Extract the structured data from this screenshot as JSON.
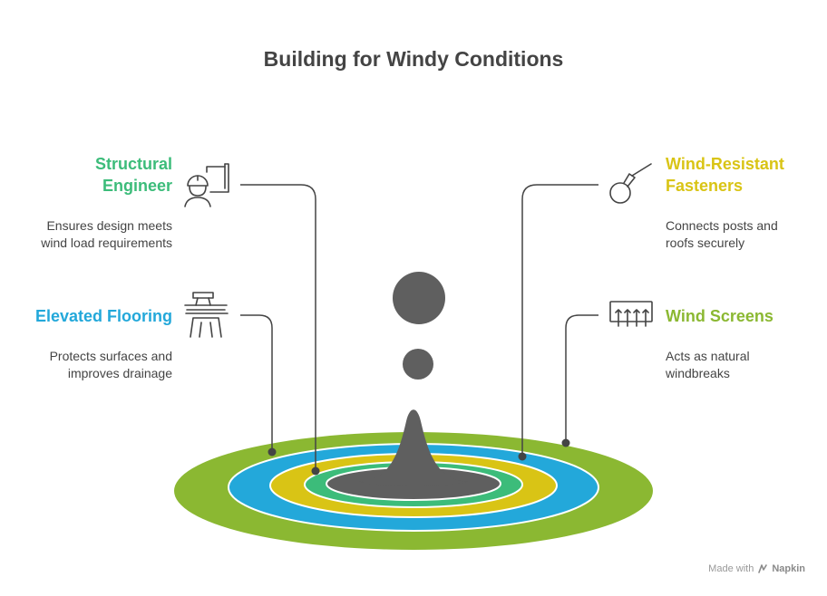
{
  "title": "Building for Windy Conditions",
  "colors": {
    "green": "#3cbc7a",
    "yellow": "#d9c415",
    "blue": "#23a8da",
    "olive": "#8bb832",
    "dark": "#5f5f5f"
  },
  "items": [
    {
      "heading_lines": [
        "Structural",
        "Engineer"
      ],
      "description_lines": [
        "Ensures design meets",
        "wind load requirements"
      ],
      "icon": "engineer-icon",
      "ring": "yellow"
    },
    {
      "heading_lines": [
        "Elevated Flooring"
      ],
      "description_lines": [
        "Protects surfaces and",
        "improves drainage"
      ],
      "icon": "elevated-floor-icon",
      "ring": "blue"
    },
    {
      "heading_lines": [
        "Wind-Resistant",
        "Fasteners"
      ],
      "description_lines": [
        "Connects posts and",
        "roofs securely"
      ],
      "icon": "fastener-icon",
      "ring": "blue"
    },
    {
      "heading_lines": [
        "Wind Screens"
      ],
      "description_lines": [
        "Acts as natural",
        "windbreaks"
      ],
      "icon": "wind-screen-icon",
      "ring": "olive"
    }
  ],
  "footer": {
    "made_with": "Made with",
    "brand": "Napkin"
  }
}
